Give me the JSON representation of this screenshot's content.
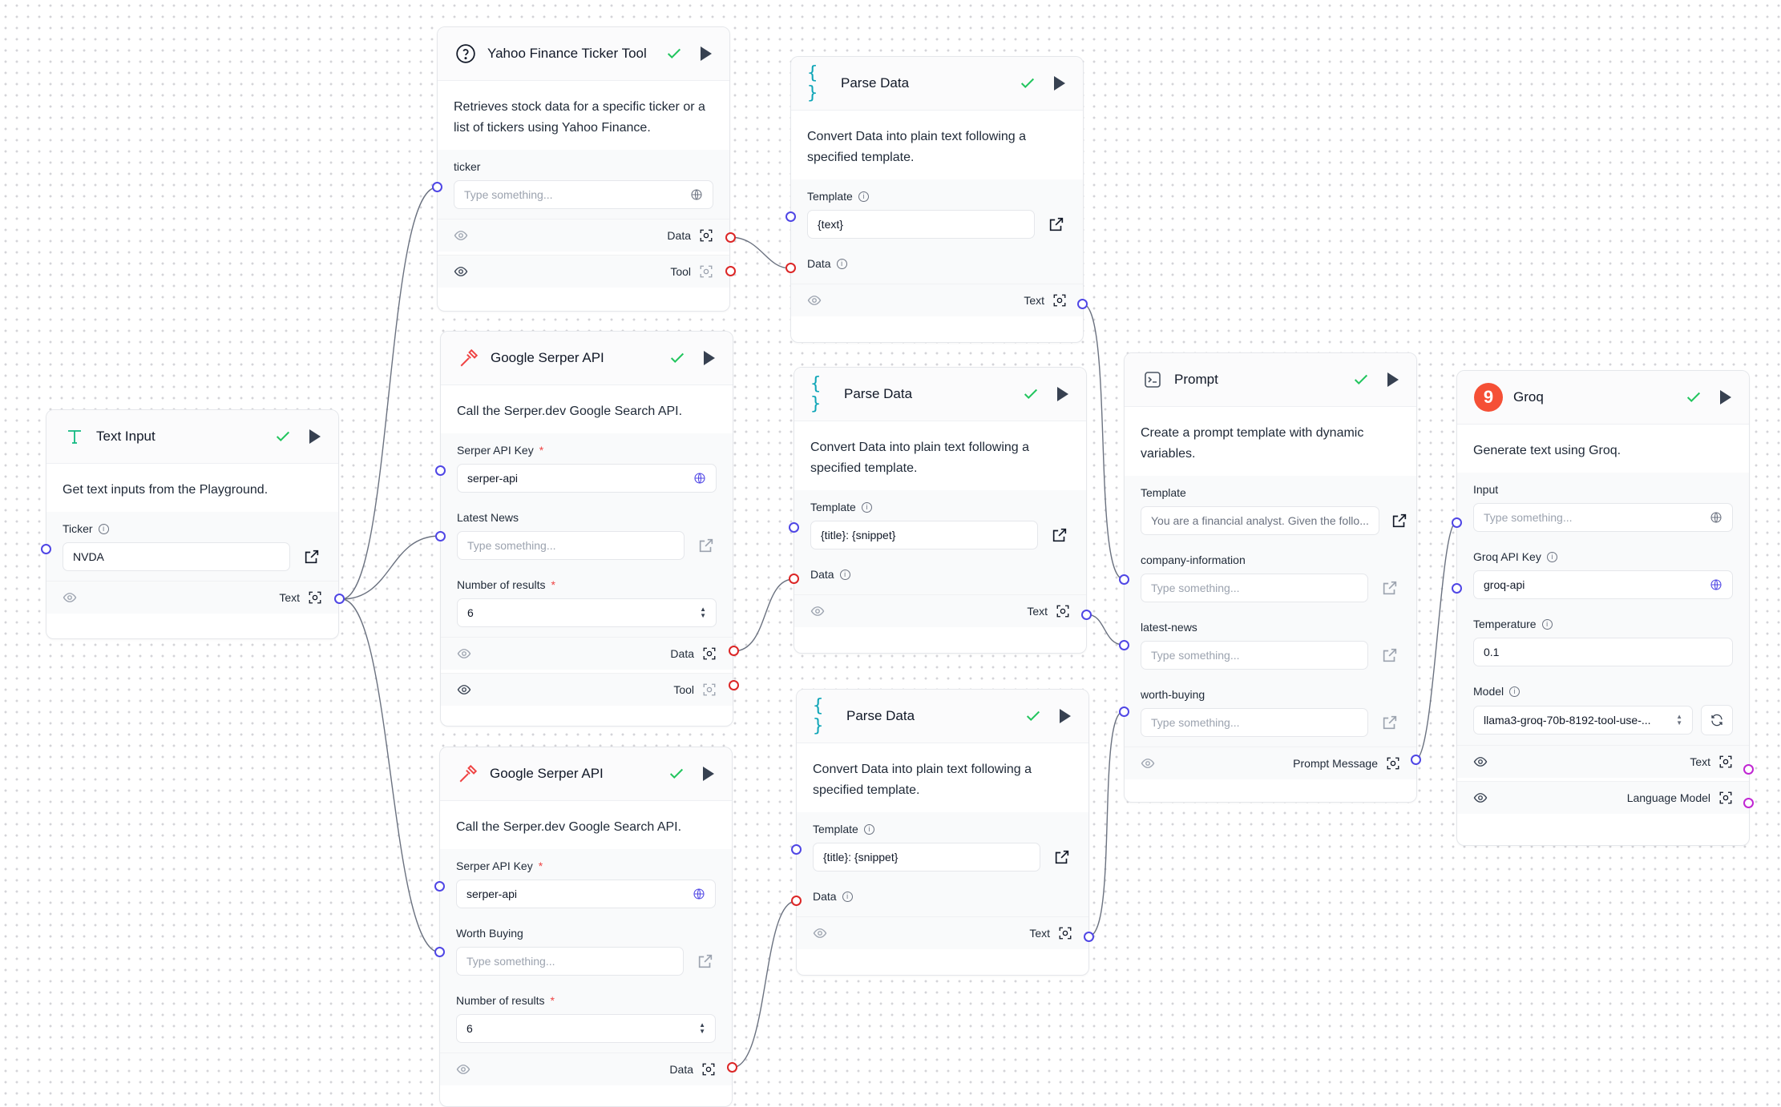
{
  "nodes": {
    "text_input": {
      "title": "Text Input",
      "description": "Get text inputs from the Playground.",
      "ticker_label": "Ticker",
      "ticker_value": "NVDA",
      "output_label": "Text"
    },
    "yahoo": {
      "title": "Yahoo Finance Ticker Tool",
      "description": "Retrieves stock data for a specific ticker or a list of tickers using Yahoo Finance.",
      "ticker_label": "ticker",
      "ticker_placeholder": "Type something...",
      "output_data": "Data",
      "output_tool": "Tool"
    },
    "serper1": {
      "title": "Google Serper API",
      "description": "Call the Serper.dev Google Search API.",
      "api_key_label": "Serper API Key",
      "api_key_value": "serper-api",
      "query_label": "Latest News",
      "query_placeholder": "Type something...",
      "num_label": "Number of results",
      "num_value": "6",
      "output_data": "Data",
      "output_tool": "Tool"
    },
    "serper2": {
      "title": "Google Serper API",
      "description": "Call the Serper.dev Google Search API.",
      "api_key_label": "Serper API Key",
      "api_key_value": "serper-api",
      "query_label": "Worth Buying",
      "query_placeholder": "Type something...",
      "num_label": "Number of results",
      "num_value": "6",
      "output_data": "Data"
    },
    "parse1": {
      "title": "Parse Data",
      "description": "Convert Data into plain text following a specified template.",
      "template_label": "Template",
      "template_value": "{text}",
      "data_label": "Data",
      "output_text": "Text"
    },
    "parse2": {
      "title": "Parse Data",
      "description": "Convert Data into plain text following a specified template.",
      "template_label": "Template",
      "template_value": "{title}: {snippet}",
      "data_label": "Data",
      "output_text": "Text"
    },
    "parse3": {
      "title": "Parse Data",
      "description": "Convert Data into plain text following a specified template.",
      "template_label": "Template",
      "template_value": "{title}: {snippet}",
      "data_label": "Data",
      "output_text": "Text"
    },
    "prompt": {
      "title": "Prompt",
      "description": "Create a prompt template with dynamic variables.",
      "template_label": "Template",
      "template_value": "You are a financial analyst. Given the follo...",
      "var1_label": "company-information",
      "var2_label": "latest-news",
      "var3_label": "worth-buying",
      "placeholder": "Type something...",
      "output_label": "Prompt Message"
    },
    "groq": {
      "title": "Groq",
      "description": "Generate text using Groq.",
      "input_label": "Input",
      "input_placeholder": "Type something...",
      "api_key_label": "Groq API Key",
      "api_key_value": "groq-api",
      "temperature_label": "Temperature",
      "temperature_value": "0.1",
      "model_label": "Model",
      "model_value": "llama3-groq-70b-8192-tool-use-...",
      "output_text": "Text",
      "output_lm": "Language Model"
    }
  },
  "colors": {
    "input_handle": "#4f46e5",
    "output_handle": "#dc2626",
    "lm_handle": "#c026d3",
    "check": "#22c55e",
    "groq_brand": "#f55036"
  }
}
